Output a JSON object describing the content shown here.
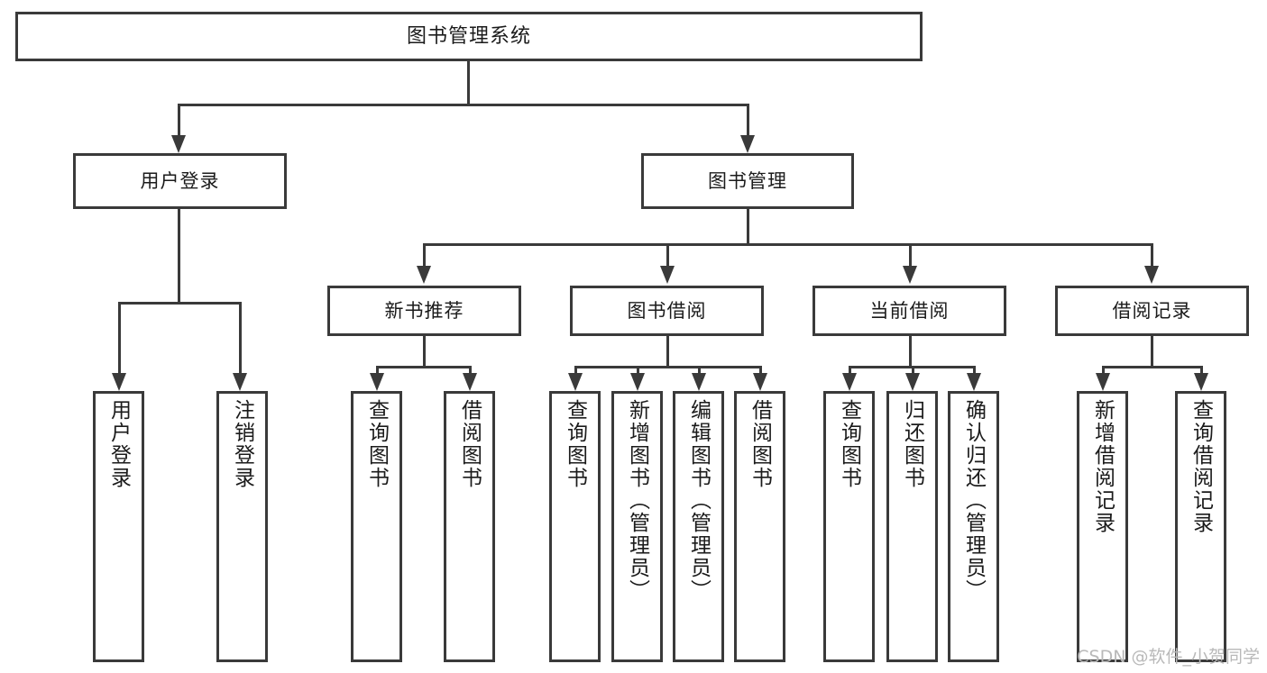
{
  "diagram": {
    "title": "图书管理系统",
    "type": "tree-hierarchy",
    "watermark": "CSDN @软件_小贺同学",
    "colors": {
      "stroke": "#3a3a3a",
      "text": "#1b1b1b",
      "background": "#ffffff",
      "watermark": "#b9b9b9"
    }
  },
  "nodes": {
    "root": {
      "label": "图书管理系统"
    },
    "level2": [
      {
        "id": "user-login",
        "label": "用户登录"
      },
      {
        "id": "book-manage",
        "label": "图书管理"
      }
    ],
    "level3": [
      {
        "id": "new-book-recommend",
        "label": "新书推荐"
      },
      {
        "id": "book-borrow",
        "label": "图书借阅"
      },
      {
        "id": "current-borrow",
        "label": "当前借阅"
      },
      {
        "id": "borrow-record",
        "label": "借阅记录"
      }
    ],
    "leaves": {
      "user_login": [
        {
          "id": "leaf-user-login",
          "label": "用户登录"
        },
        {
          "id": "leaf-logout",
          "label": "注销登录"
        }
      ],
      "new_book_recommend": [
        {
          "id": "leaf-query-book-1",
          "label": "查询图书"
        },
        {
          "id": "leaf-borrow-book-1",
          "label": "借阅图书"
        }
      ],
      "book_borrow": [
        {
          "id": "leaf-query-book-2",
          "label": "查询图书"
        },
        {
          "id": "leaf-add-book",
          "label": "新增图书（管理员）"
        },
        {
          "id": "leaf-edit-book",
          "label": "编辑图书（管理员）"
        },
        {
          "id": "leaf-borrow-book-2",
          "label": "借阅图书"
        }
      ],
      "current_borrow": [
        {
          "id": "leaf-query-book-3",
          "label": "查询图书"
        },
        {
          "id": "leaf-return-book",
          "label": "归还图书"
        },
        {
          "id": "leaf-confirm-return",
          "label": "确认归还（管理员）"
        }
      ],
      "borrow_record": [
        {
          "id": "leaf-add-record",
          "label": "新增借阅记录"
        },
        {
          "id": "leaf-query-record",
          "label": "查询借阅记录"
        }
      ]
    }
  }
}
